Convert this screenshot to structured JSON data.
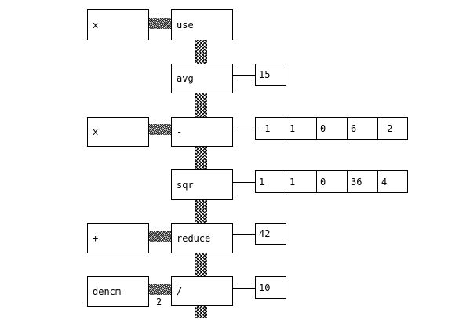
{
  "pipeline": [
    {
      "id": "use",
      "label": "use",
      "left": "x",
      "output": []
    },
    {
      "id": "avg",
      "label": "avg",
      "left": null,
      "output": [
        "15"
      ]
    },
    {
      "id": "minus",
      "label": "-",
      "left": "x",
      "output": [
        "-1",
        "1",
        "0",
        "6",
        "-2"
      ]
    },
    {
      "id": "sqr",
      "label": "sqr",
      "left": null,
      "output": [
        "1",
        "1",
        "0",
        "36",
        "4"
      ]
    },
    {
      "id": "reduce",
      "label": "reduce",
      "left": "+",
      "output": [
        "42"
      ]
    },
    {
      "id": "divide",
      "label": "/",
      "left": "dencm",
      "output": [
        "10"
      ],
      "left_hint": "2"
    }
  ]
}
